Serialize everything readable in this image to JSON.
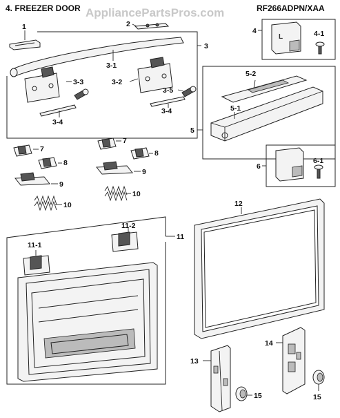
{
  "header": {
    "section_title": "4. FREEZER DOOR",
    "model": "RF266ADPN/XAA",
    "watermark": "AppliancePartsPros.com"
  },
  "callouts": {
    "c1": "1",
    "c2": "2",
    "c3": "3",
    "c3_1": "3-1",
    "c3_2": "3-2",
    "c3_3": "3-3",
    "c3_4a": "3-4",
    "c3_4b": "3-4",
    "c3_5": "3-5",
    "c4": "4",
    "c4_1": "4-1",
    "c5": "5",
    "c5_1": "5-1",
    "c5_2": "5-2",
    "c6": "6",
    "c6_1": "6-1",
    "c7a": "7",
    "c7b": "7",
    "c8a": "8",
    "c8b": "8",
    "c9a": "9",
    "c9b": "9",
    "c10a": "10",
    "c10b": "10",
    "c11": "11",
    "c11_1": "11-1",
    "c11_2": "11-2",
    "c12": "12",
    "c13": "13",
    "c14": "14",
    "c15a": "15",
    "c15b": "15"
  },
  "colors": {
    "line": "#222222",
    "part_fill": "#f3f3f3",
    "watermark": "#c8c8c8"
  }
}
